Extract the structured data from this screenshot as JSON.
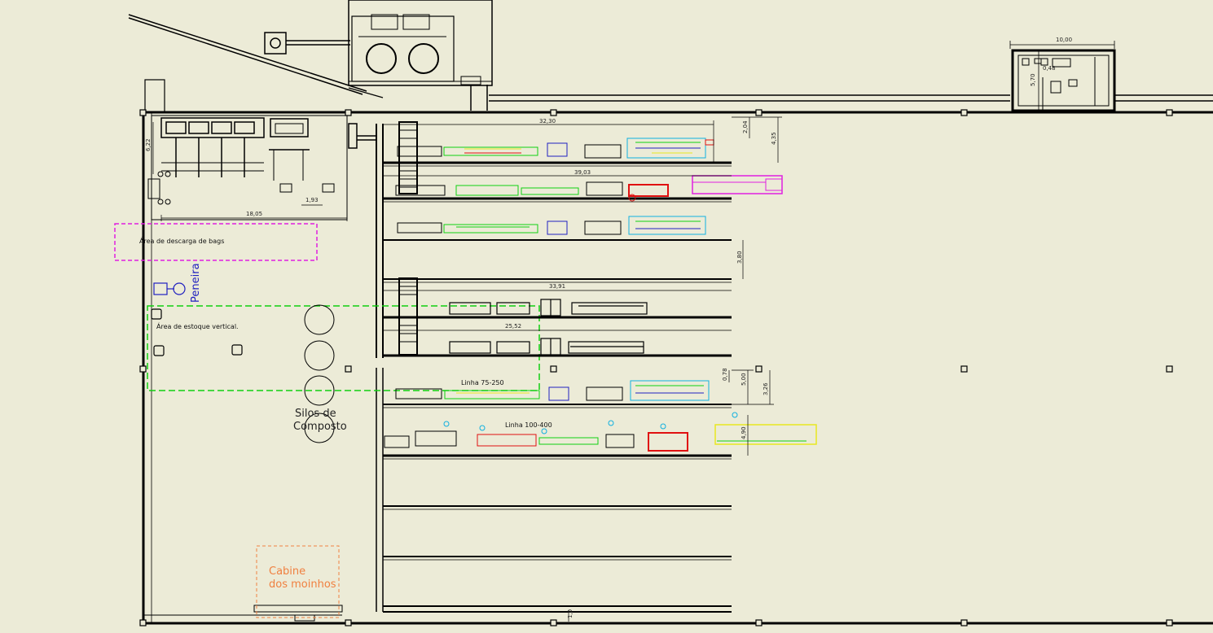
{
  "labels": {
    "area_descarga": "Área de descarga de bags",
    "area_estoque": "Área de estoque vertical.",
    "peneira": "Peneira",
    "silos_line1": "Silos de",
    "silos_line2": "Composto",
    "cabine_line1": "Cabine",
    "cabine_line2": "dos moinhos",
    "linha_75": "Linha  75-250",
    "linha_100": "Linha 100-400"
  },
  "dimensions": {
    "d_10_00": "10,00",
    "d_5_70": "5,70",
    "d_0_48": "0,48",
    "d_32_30": "32,30",
    "d_39_03": "39,03",
    "d_33_91": "33,91",
    "d_25_52": "25,52",
    "d_18_05": "18,05",
    "d_1_93": "1,93",
    "d_6_22": "6,22",
    "d_2_04": "2,04",
    "d_4_35": "4,35",
    "d_3_80": "3,80",
    "d_0_78": "0,78",
    "d_5_00": "5,00",
    "d_3_26": "3,26",
    "d_4_90": "4,90",
    "d_1_0": "1,0"
  },
  "colors": {
    "background": "#ecebd7",
    "wall": "#000000",
    "magenta": "#e020e0",
    "green": "#10d010",
    "blue": "#2020c0",
    "orange": "#f08040",
    "red": "#e01010",
    "yellow": "#e8e820",
    "cyan": "#10b0e0"
  }
}
